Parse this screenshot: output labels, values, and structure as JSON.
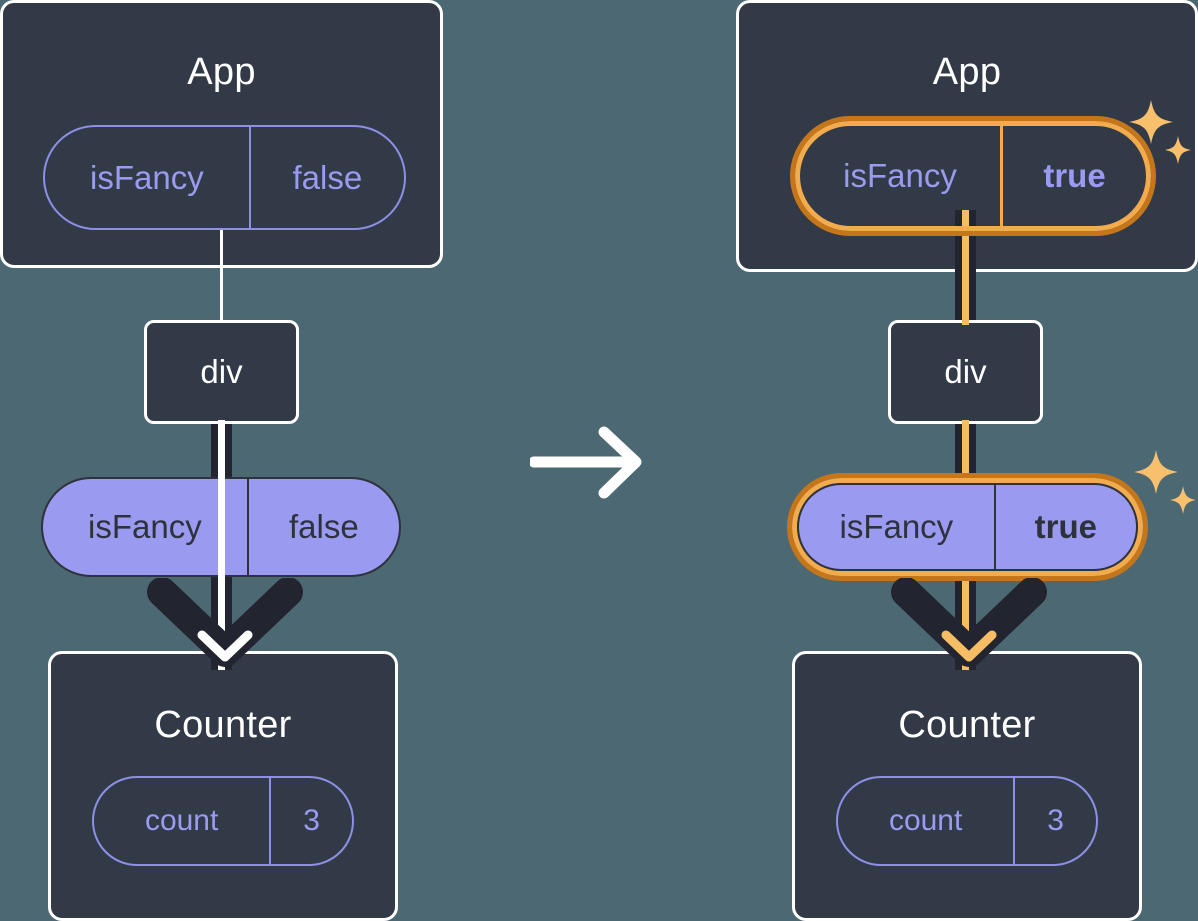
{
  "diagram": {
    "type": "react-state-propagation",
    "background_color": "#4c6872",
    "box_color": "#333a47",
    "accent_purple": "#9a9af0",
    "accent_orange": "#f2ab4d",
    "accent_orange_dark": "#c6761a",
    "transition_arrow": "→"
  },
  "left": {
    "app": {
      "title": "App",
      "pill": {
        "key": "isFancy",
        "value": "false",
        "highlighted": false
      }
    },
    "div": {
      "label": "div"
    },
    "prop_pill": {
      "key": "isFancy",
      "value": "false",
      "highlighted": false
    },
    "counter": {
      "title": "Counter",
      "pill": {
        "key": "count",
        "value": "3",
        "highlighted": false
      }
    }
  },
  "right": {
    "app": {
      "title": "App",
      "pill": {
        "key": "isFancy",
        "value": "true",
        "highlighted": true
      }
    },
    "div": {
      "label": "div"
    },
    "prop_pill": {
      "key": "isFancy",
      "value": "true",
      "highlighted": true
    },
    "counter": {
      "title": "Counter",
      "pill": {
        "key": "count",
        "value": "3",
        "highlighted": false
      }
    }
  },
  "icons": {
    "sparkle_large": "sparkle-icon",
    "sparkle_small": "sparkle-small-icon",
    "arrow": "arrow-right-icon",
    "arrowhead": "arrowhead-down-icon"
  }
}
